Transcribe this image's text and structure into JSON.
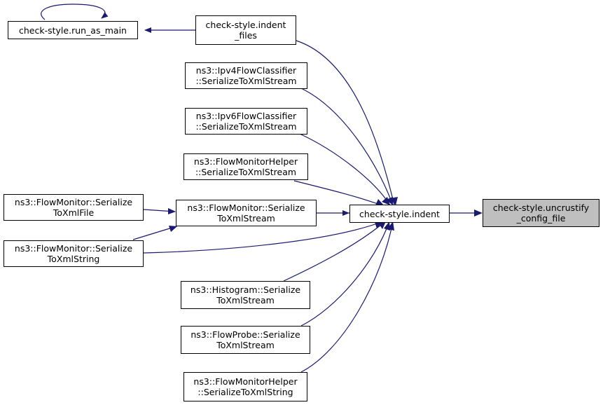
{
  "colors": {
    "edge": "#191970",
    "border": "#000000",
    "highlight": "#bfbfbf",
    "background": "#ffffff"
  },
  "nodes": {
    "run_as_main": {
      "lines": [
        "check-style.run_as_main"
      ]
    },
    "indent_files": {
      "lines": [
        "check-style.indent",
        "_files"
      ]
    },
    "ipv4": {
      "lines": [
        "ns3::Ipv4FlowClassifier",
        "::SerializeToXmlStream"
      ]
    },
    "ipv6": {
      "lines": [
        "ns3::Ipv6FlowClassifier",
        "::SerializeToXmlStream"
      ]
    },
    "fmh_stream": {
      "lines": [
        "ns3::FlowMonitorHelper",
        "::SerializeToXmlStream"
      ]
    },
    "fm_file": {
      "lines": [
        "ns3::FlowMonitor::Serialize",
        "ToXmlFile"
      ]
    },
    "fm_stream": {
      "lines": [
        "ns3::FlowMonitor::Serialize",
        "ToXmlStream"
      ]
    },
    "fm_string": {
      "lines": [
        "ns3::FlowMonitor::Serialize",
        "ToXmlString"
      ]
    },
    "indent": {
      "lines": [
        "check-style.indent"
      ]
    },
    "uncrustify": {
      "lines": [
        "check-style.uncrustify",
        "_config_file"
      ]
    },
    "histogram": {
      "lines": [
        "ns3::Histogram::Serialize",
        "ToXmlStream"
      ]
    },
    "flowprobe": {
      "lines": [
        "ns3::FlowProbe::Serialize",
        "ToXmlStream"
      ]
    },
    "fmh_string": {
      "lines": [
        "ns3::FlowMonitorHelper",
        "::SerializeToXmlString"
      ]
    }
  }
}
